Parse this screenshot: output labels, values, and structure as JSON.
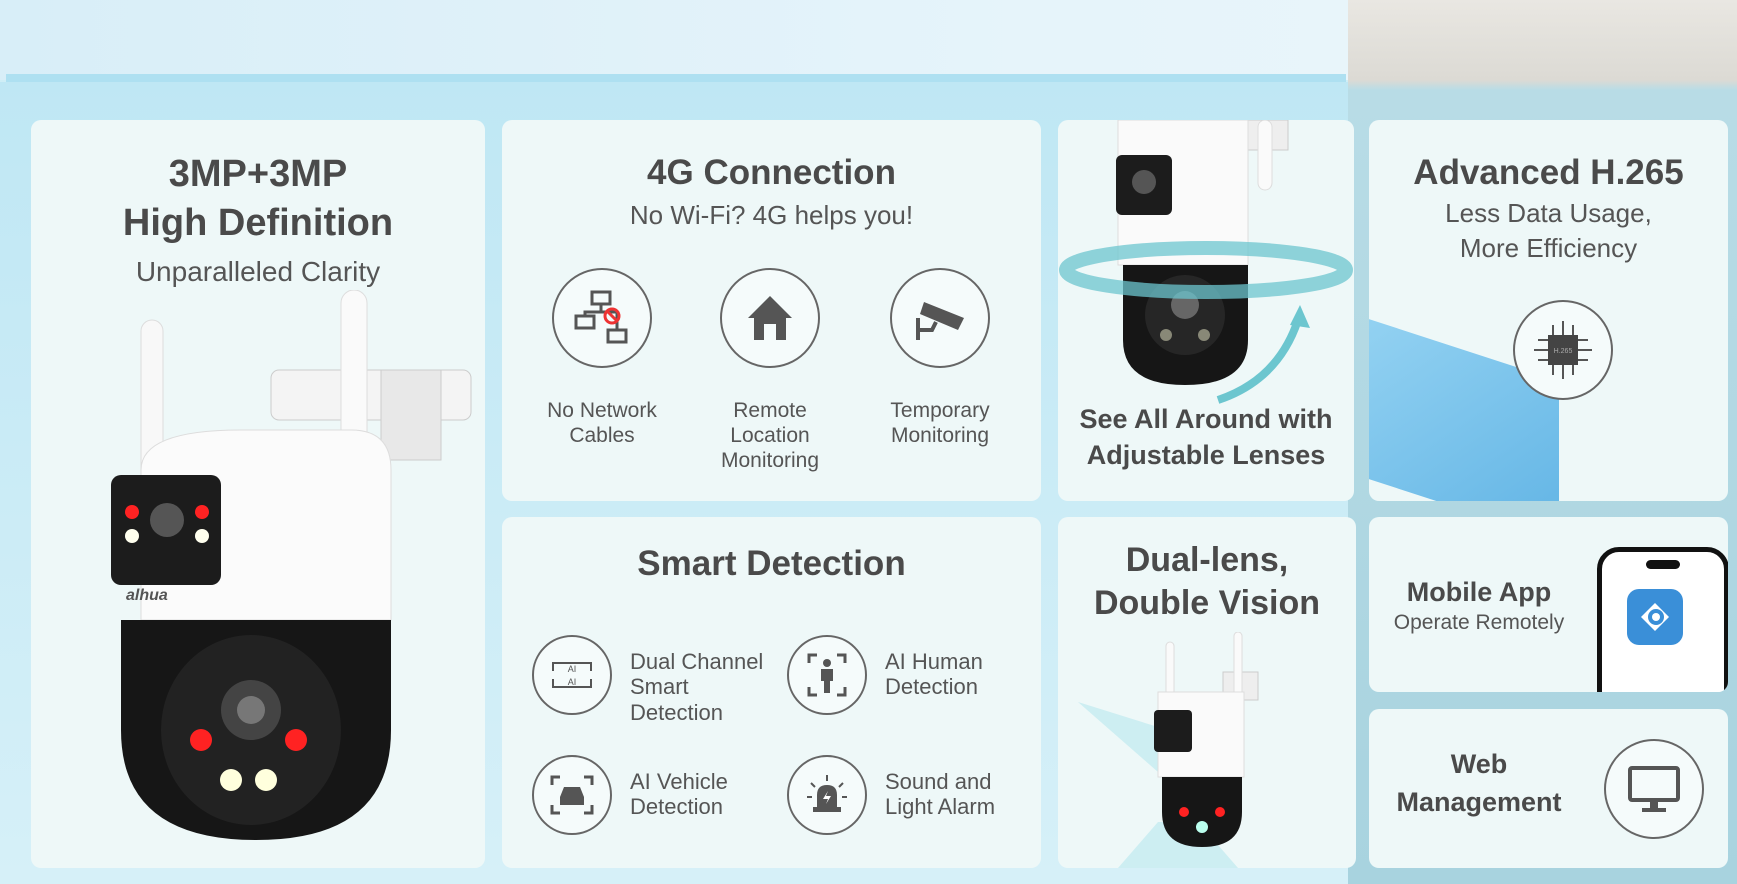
{
  "hd_panel": {
    "title_line1": "3MP+3MP",
    "title_line2": "High Definition",
    "subtitle": "Unparalleled Clarity",
    "brand": "alhua"
  },
  "connection_panel": {
    "title": "4G Connection",
    "subtitle": "No Wi-Fi? 4G helps you!",
    "features": [
      {
        "label": "No Network Cables",
        "icon": "network-crossed-icon"
      },
      {
        "label": "Remote Location Monitoring",
        "icon": "house-icon"
      },
      {
        "label": "Temporary Monitoring",
        "icon": "cctv-camera-icon"
      }
    ]
  },
  "rotation_panel": {
    "title_line1": "See All Around with",
    "title_line2": "Adjustable Lenses",
    "accent": "#6cc6cf"
  },
  "codec_panel": {
    "title": "Advanced H.265",
    "subtitle_line1": "Less Data Usage,",
    "subtitle_line2": "More Efficiency",
    "chip_label": "H.265"
  },
  "detection_panel": {
    "title": "Smart Detection",
    "items": [
      {
        "label": "Dual Channel Smart Detection",
        "icon": "dual-channel-icon"
      },
      {
        "label": "AI Human Detection",
        "icon": "human-icon"
      },
      {
        "label": "AI Vehicle Detection",
        "icon": "vehicle-icon"
      },
      {
        "label": "Sound and Light Alarm",
        "icon": "alarm-light-icon"
      }
    ]
  },
  "duallens_panel": {
    "title_line1": "Dual-lens,",
    "title_line2": "Double Vision"
  },
  "app_panel": {
    "title": "Mobile App",
    "subtitle": "Operate Remotely",
    "app_color": "#3a8fd8"
  },
  "web_panel": {
    "title_line1": "Web",
    "title_line2": "Management",
    "icon": "monitor-icon"
  }
}
